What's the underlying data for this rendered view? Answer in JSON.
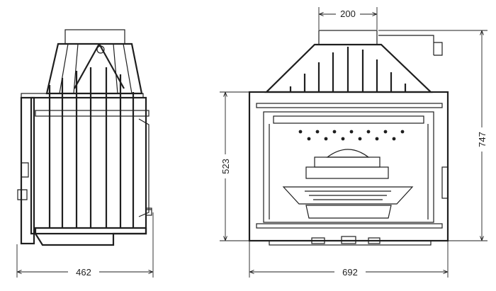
{
  "dimensions": {
    "side_width": "462",
    "front_width": "692",
    "front_body_height": "523",
    "total_height": "747",
    "flue_width": "200"
  },
  "colors": {
    "line": "#1f1f1f",
    "background": "#ffffff"
  }
}
